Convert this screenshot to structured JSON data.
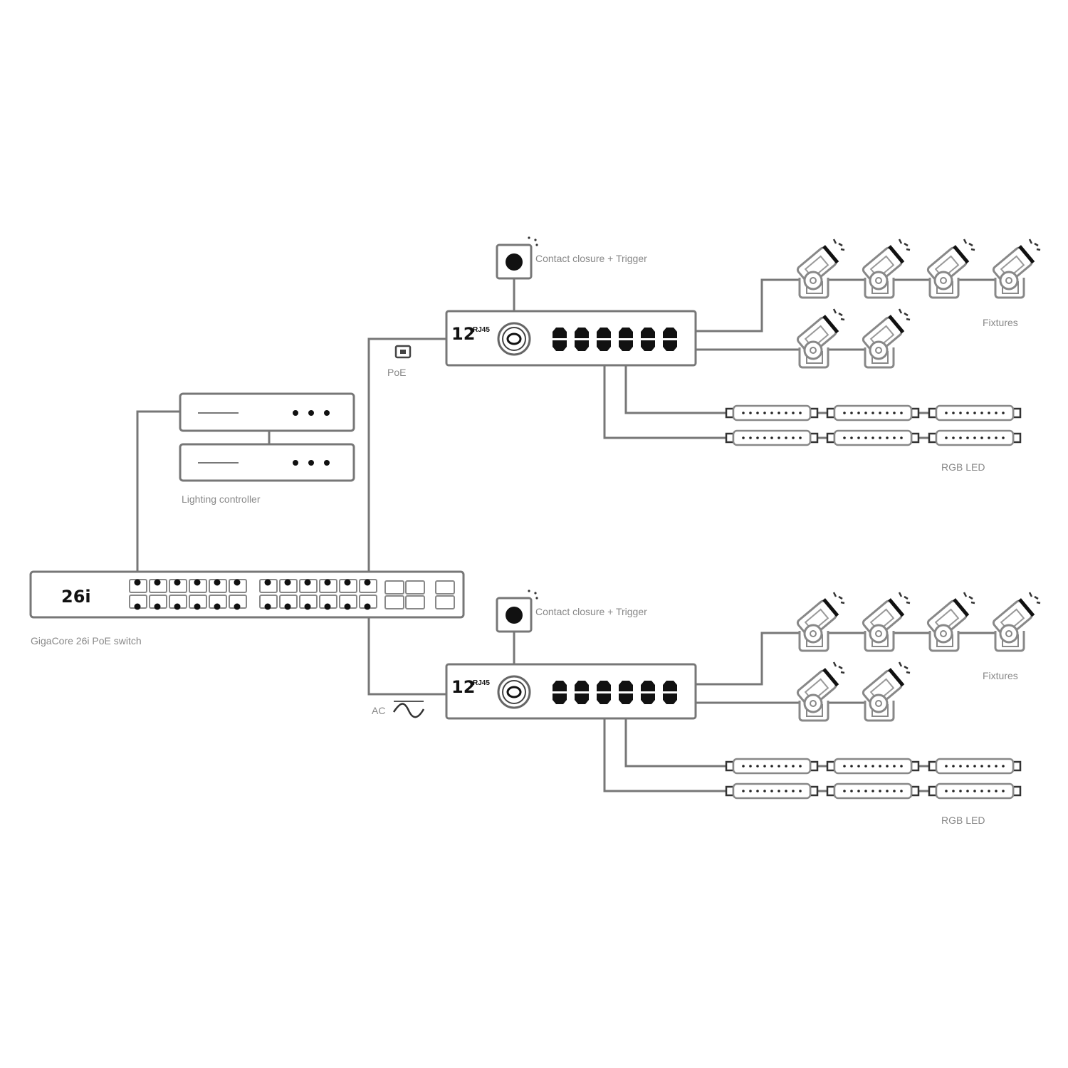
{
  "main_switch": {
    "model_label": "26i",
    "caption": "GigaCore 26i PoE switch"
  },
  "controller": {
    "caption": "Lighting controller"
  },
  "links": {
    "poe_label": "PoE",
    "ac_label": "AC"
  },
  "nodes": [
    {
      "count": "12",
      "port_type": "RJ45",
      "trigger_label": "Contact closure + Trigger",
      "fixtures_label": "Fixtures",
      "led_label": "RGB LED"
    },
    {
      "count": "12",
      "port_type": "RJ45",
      "trigger_label": "Contact closure + Trigger",
      "fixtures_label": "Fixtures",
      "led_label": "RGB LED"
    }
  ]
}
